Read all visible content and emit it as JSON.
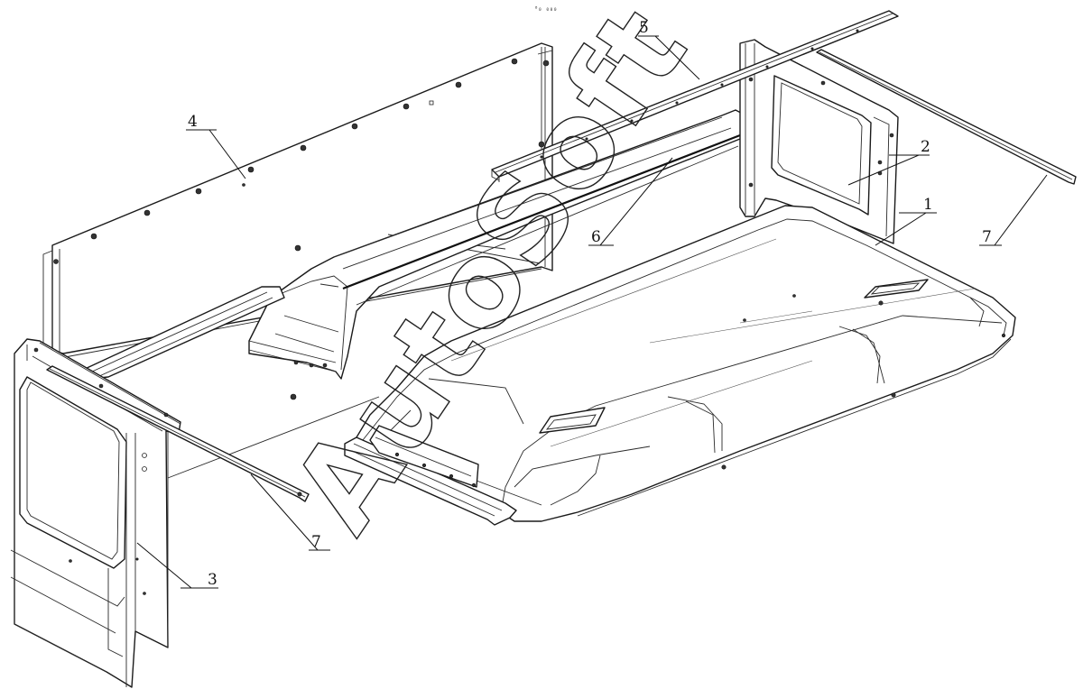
{
  "header_mark": "⁰₀ ₀₀₀",
  "callouts": [
    {
      "id": "c1",
      "label": "1"
    },
    {
      "id": "c2",
      "label": "2"
    },
    {
      "id": "c3",
      "label": "3"
    },
    {
      "id": "c4",
      "label": "4"
    },
    {
      "id": "c5",
      "label": "5"
    },
    {
      "id": "c6",
      "label": "6"
    },
    {
      "id": "c7a",
      "label": "7"
    },
    {
      "id": "c7b",
      "label": "7"
    }
  ],
  "watermark": "AutoSoft"
}
